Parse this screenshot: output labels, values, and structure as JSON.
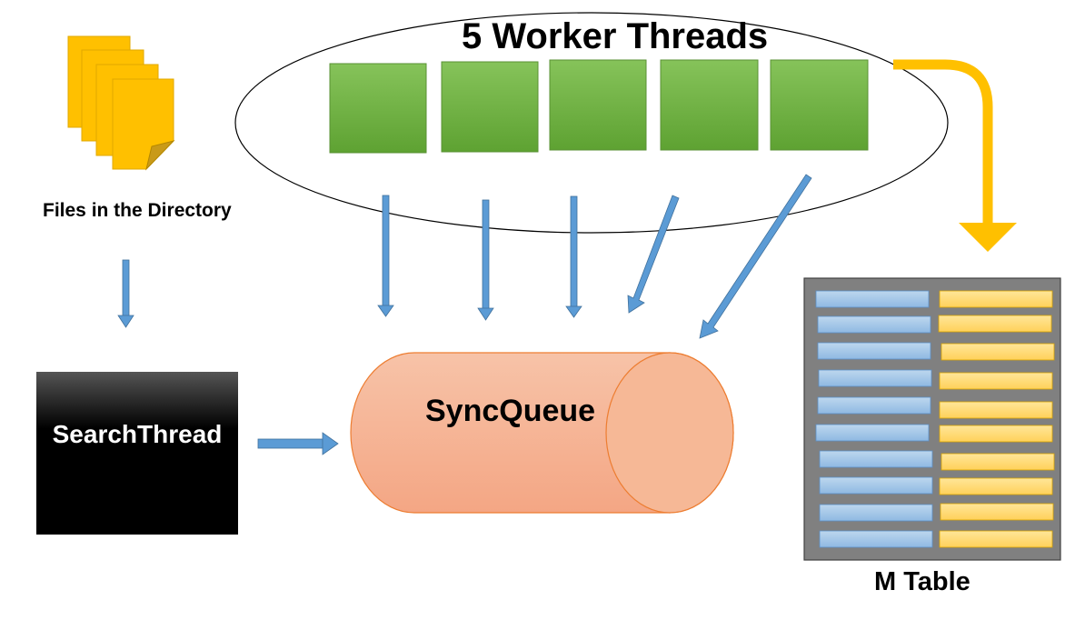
{
  "title": "5 Worker Threads",
  "labels": {
    "files": "Files in the Directory",
    "search_thread": "SearchThread",
    "sync_queue": "SyncQueue",
    "m_table": "M Table"
  },
  "worker_threads": {
    "count": 5
  },
  "m_table": {
    "rows": 10,
    "columns": 2
  },
  "colors": {
    "worker_green": "#70ad47",
    "file_yellow": "#ffc000",
    "arrow_blue": "#5b9bd5",
    "queue_salmon": "#f4b183",
    "queue_outline": "#ed7d31",
    "search_black": "#000000",
    "table_gray": "#808080",
    "table_cell_blue": "#9dc3e6",
    "table_cell_yellow": "#ffd966",
    "big_arrow_orange": "#ffc000"
  }
}
